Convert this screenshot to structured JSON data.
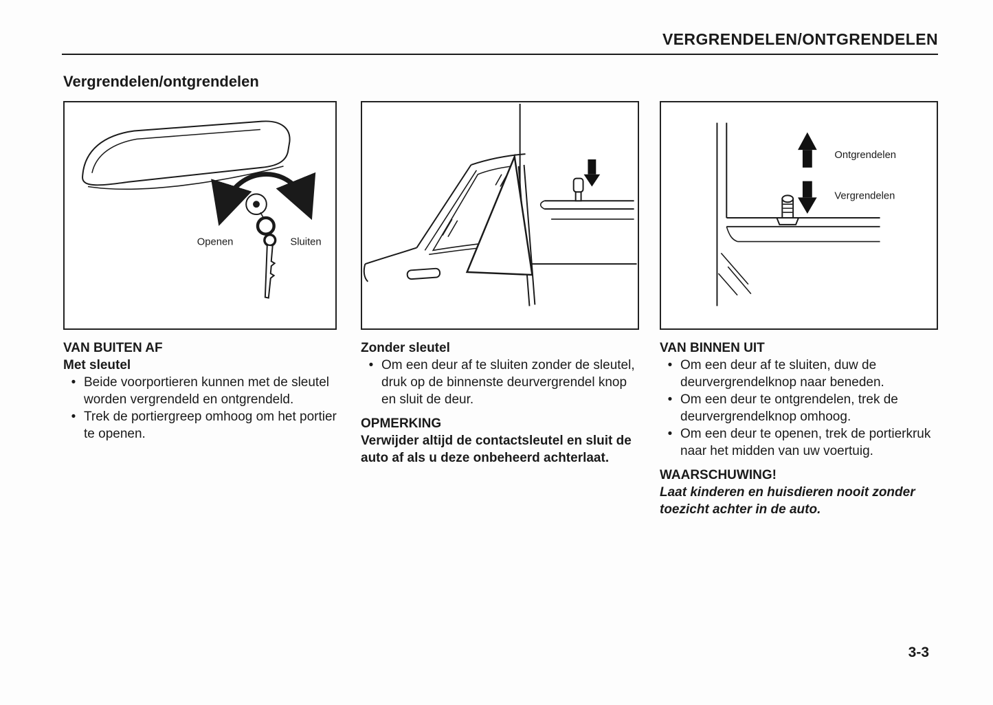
{
  "page": {
    "header": "VERGRENDELEN/ONTGRENDELEN",
    "title": "Vergrendelen/ontgrendelen",
    "page_number": "3-3"
  },
  "figures": {
    "fig1": {
      "label_open": "Openen",
      "label_close": "Sluiten"
    },
    "fig3": {
      "label_unlock": "Ontgrendelen",
      "label_lock": "Vergrendelen"
    }
  },
  "columns": {
    "left": {
      "heading1": "VAN BUITEN AF",
      "heading2": "Met sleutel",
      "bullets": [
        "Beide voorportieren kunnen met de sleutel worden vergrendeld en ontgrendeld.",
        "Trek de portiergreep omhoog om het portier te openen."
      ]
    },
    "middle": {
      "heading": "Zonder sleutel",
      "bullets": [
        "Om een deur af te sluiten zonder de sleutel, druk op de binnenste deurvergrendel knop en sluit de deur."
      ],
      "note_heading": "OPMERKING",
      "note_text": "Verwijder altijd de contactsleutel en sluit de auto af als u deze onbeheerd achterlaat."
    },
    "right": {
      "heading": "VAN BINNEN UIT",
      "bullets": [
        "Om een deur af te sluiten, duw de deurvergrendelknop naar beneden.",
        "Om een deur te ontgrendelen, trek de deurvergrendelknop omhoog.",
        "Om een deur te openen, trek de portierkruk naar het midden van uw voertuig."
      ],
      "warning_heading": "WAARSCHUWING!",
      "warning_text": "Laat kinderen en huisdieren nooit zonder toezicht achter in de auto."
    }
  }
}
